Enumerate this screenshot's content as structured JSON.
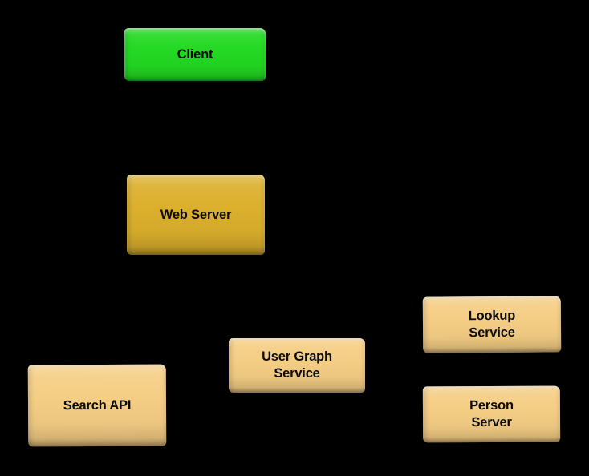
{
  "diagram": {
    "background_color": "#000000",
    "text_color": "#0b0b0b",
    "nodes": [
      {
        "id": "client",
        "label": "Client",
        "lines": [
          "Client"
        ],
        "fill": "#23d923"
      },
      {
        "id": "web-server",
        "label": "Web Server",
        "lines": [
          "Web Server"
        ],
        "fill": "#dcb02d"
      },
      {
        "id": "search-api",
        "label": "Search API",
        "lines": [
          "Search API"
        ],
        "fill": "#f5ce85"
      },
      {
        "id": "user-graph-service",
        "label": "User Graph Service",
        "lines": [
          "User Graph",
          "Service"
        ],
        "fill": "#f5ce85"
      },
      {
        "id": "lookup-service",
        "label": "Lookup Service",
        "lines": [
          "Lookup",
          "Service"
        ],
        "fill": "#f5ce85"
      },
      {
        "id": "person-server",
        "label": "Person Server",
        "lines": [
          "Person",
          "Server"
        ],
        "fill": "#f5ce85"
      }
    ]
  }
}
